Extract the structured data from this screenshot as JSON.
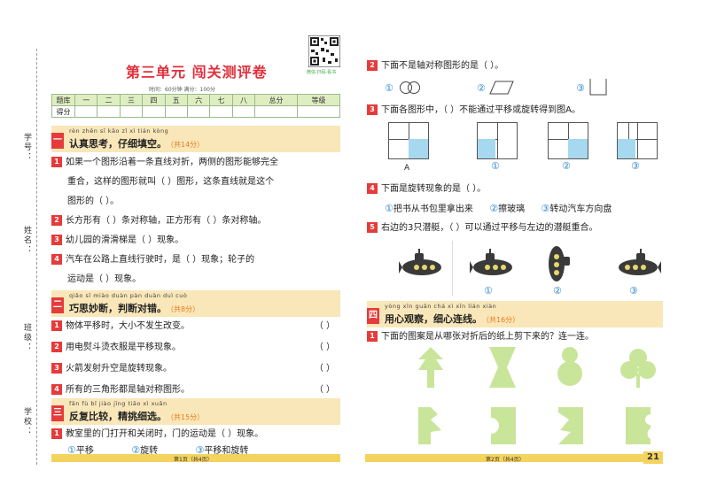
{
  "side": {
    "labels": [
      "学号：",
      "姓名：",
      "班级：",
      "学校："
    ]
  },
  "header": {
    "title": "第三单元  闯关测评卷",
    "qr_caption": "微信·扫码·看书",
    "meta": "时间：60分钟  满分：100分"
  },
  "score_table": {
    "head": [
      "题库",
      "一",
      "二",
      "三",
      "四",
      "五",
      "六",
      "七",
      "八",
      "总分",
      "等级"
    ],
    "row_label": "得分"
  },
  "section1": {
    "num": "一",
    "pinyin": "rèn zhēn sī kǎo  zǐ xì tián kòng",
    "title": "认真思考，仔细填空。",
    "points": "（共14分）",
    "q1_line1": "如果一个图形沿着一条直线对折，两侧的图形能够完全",
    "q1_line2": "重合，这样的图形就叫（        ）图形，这条直线就是这个",
    "q1_line3": "图形的（        ）。",
    "q2": "长方形有（        ）条对称轴，正方形有（        ）条对称轴。",
    "q3": "幼儿园的滑滑梯是（        ）现象。",
    "q4_line1": "汽车在公路上直线行驶时，是（        ）现象；轮子的",
    "q4_line2": "运动是（        ）现象。"
  },
  "section2": {
    "num": "二",
    "pinyin": "qiǎo sī miào duàn  pàn duàn duì cuò",
    "title": "巧思妙断，判断对错。",
    "points": "（共8分）",
    "items": [
      "物体平移时，大小不发生改变。",
      "用电熨斗烫衣服是平移现象。",
      "火箭发射升空是旋转现象。",
      "所有的三角形都是轴对称图形。"
    ],
    "paren": "（        ）"
  },
  "section3": {
    "num": "三",
    "pinyin": "fǎn fù bǐ jiào  jīng tiāo xì xuǎn",
    "title": "反复比较，精挑细选。",
    "points": "（共15分）",
    "q1": "教室里的门打开和关闭时，门的运动是（        ）现象。",
    "q1_options": [
      "①",
      "平移",
      "②",
      "旋转",
      "③",
      "平移和旋转"
    ]
  },
  "right": {
    "q2": "下面不是轴对称图形的是（        ）。",
    "q2_opts": [
      "①",
      "②",
      "③"
    ],
    "q3": "下面各图形中，（        ）不能通过平移或旋转得到图A。",
    "q3_labels": [
      "A",
      "①",
      "②",
      "③"
    ],
    "q4": "下面是旋转现象的是（        ）。",
    "q4_opts": [
      "①",
      "把书从书包里拿出来",
      "②",
      "擦玻璃",
      "③",
      "转动汽车方向盘"
    ],
    "q5": "右边的3只潜艇，（        ）可以通过平移与左边的潜艇重合。",
    "q5_labels": [
      "①",
      "②",
      "③"
    ]
  },
  "section4": {
    "num": "四",
    "pinyin": "yòng xīn guān chá  xì xīn lián xiàn",
    "title": "用心观察，细心连线。",
    "points": "（共16分）",
    "q1": "下面的图案是从哪张对折后的纸上剪下来的？连一连。"
  },
  "footer": {
    "left": "第1页（共4页）",
    "right": "第2页（共4页）",
    "page_big": "21"
  },
  "colors": {
    "accent_red": "#e53b3b",
    "section_bg": "#f9e7b9",
    "option_blue": "#2f86c9",
    "footer_yellow": "#f4d35e"
  }
}
